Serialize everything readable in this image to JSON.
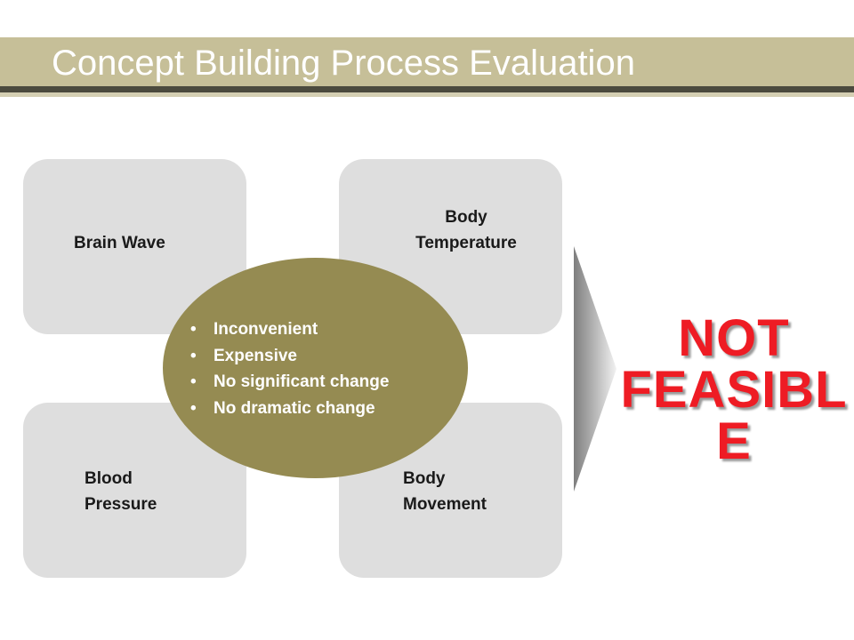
{
  "slide": {
    "title": "Concept Building Process Evaluation"
  },
  "quadrants": {
    "top_left": {
      "label": "Brain Wave"
    },
    "top_right": {
      "line1": "Body",
      "line2": "Temperature"
    },
    "bottom_left": {
      "line1": "Blood",
      "line2": "Pressure"
    },
    "bottom_right": {
      "line1": "Body",
      "line2": "Movement"
    }
  },
  "center": {
    "items": [
      "Inconvenient",
      "Expensive",
      "No significant change",
      "No dramatic change"
    ]
  },
  "verdict": {
    "line1": "NOT",
    "line2": "FEASIBL",
    "line3": "E"
  },
  "colors": {
    "title_bar": "#c6bf98",
    "title_rule": "#4b4a3e",
    "box_fill": "#dedede",
    "center_fill": "#958b52",
    "verdict_text": "#ee1c24"
  }
}
